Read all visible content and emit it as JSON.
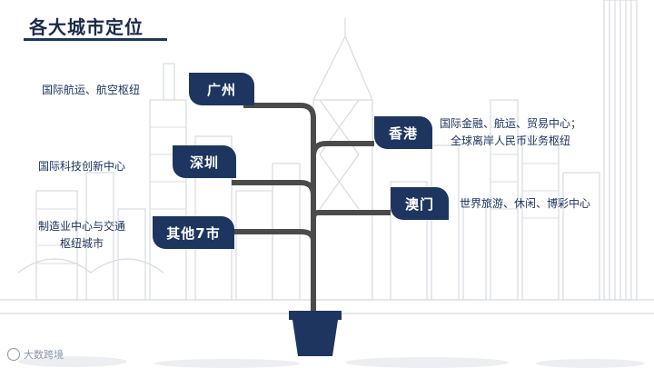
{
  "title": "各大城市定位",
  "nodes": [
    {
      "city": "广州",
      "desc": [
        "国际航运、航空枢纽"
      ]
    },
    {
      "city": "深圳",
      "desc": [
        "国际科技创新中心"
      ]
    },
    {
      "city": "其他7市",
      "desc": [
        "制造业中心与交通",
        "枢纽城市"
      ]
    },
    {
      "city": "香港",
      "desc": [
        "国际金融、航运、贸易中心；",
        "全球离岸人民币业务枢纽"
      ]
    },
    {
      "city": "澳门",
      "desc": [
        "世界旅游、休闲、博彩中心"
      ]
    }
  ],
  "watermark": "大数跨境",
  "colors": {
    "accent": "#1e3560",
    "branch": "#4d4d4d",
    "skyline": "#d5d8de"
  }
}
